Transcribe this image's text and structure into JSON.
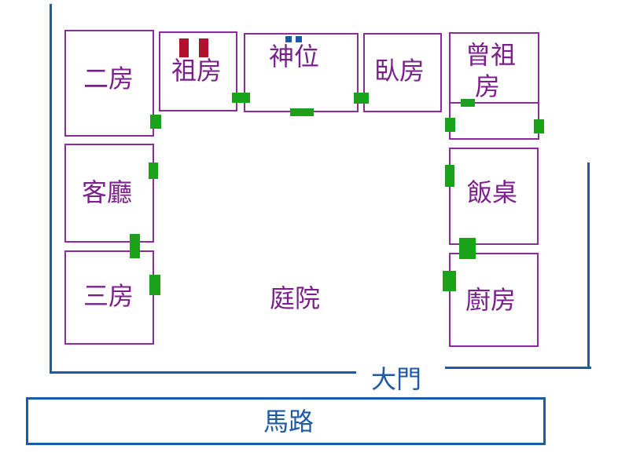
{
  "rooms": {
    "er_fang": "二房",
    "zu_fang": "祖房",
    "shen_wei": "神位",
    "wo_fang": "臥房",
    "zeng_zu_fang_line1": "曾祖",
    "zeng_zu_fang_line2": "房",
    "ke_ting": "客廳",
    "fan_zhuo": "飯桌",
    "san_fang": "三房",
    "chu_fang": "廚房"
  },
  "courtyard": "庭院",
  "gate": "大門",
  "road": "馬路",
  "colors": {
    "wall": "#1f5aa6",
    "room_border": "#8a2c9a",
    "room_text": "#7a1f8c",
    "door": "#1aa31a",
    "mark_red": "#b0112b",
    "mark_blue": "#1f5aa6"
  }
}
